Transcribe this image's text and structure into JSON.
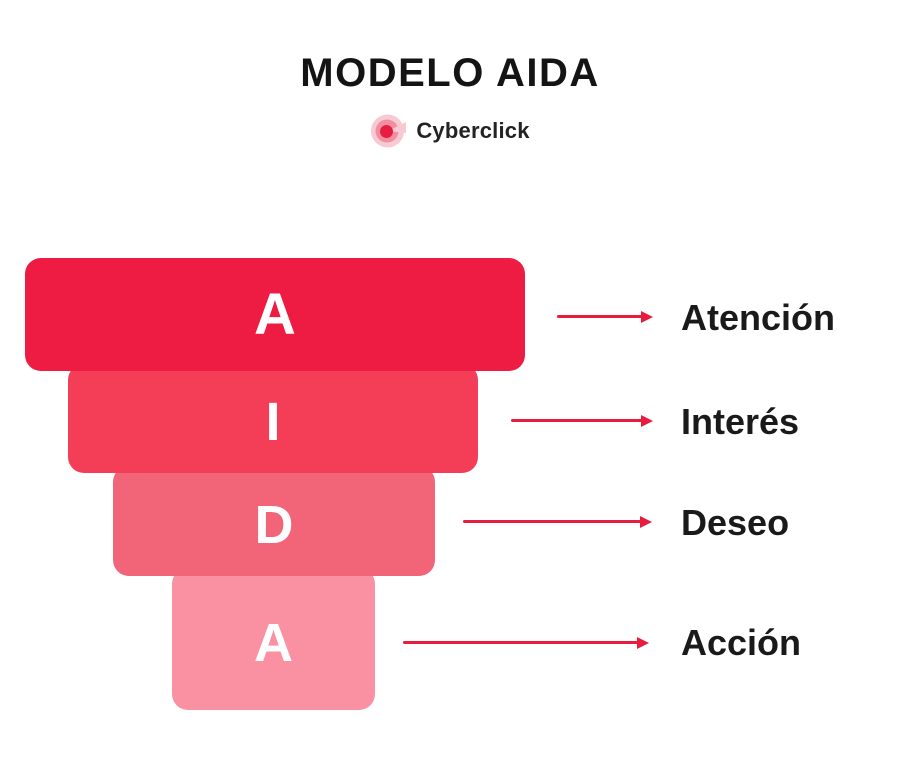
{
  "title": "MODELO AIDA",
  "brand": {
    "name": "Cyberclick"
  },
  "palette": {
    "arrow": "#E81C3E",
    "title_color": "#141414",
    "label_color": "#1A1A1A",
    "bar_text": "#FFFFFF"
  },
  "funnel": {
    "type": "funnel-diagram",
    "stages": [
      {
        "letter": "A",
        "label": "Atención",
        "color": "#EE1C43"
      },
      {
        "letter": "I",
        "label": "Interés",
        "color": "#F43E58"
      },
      {
        "letter": "D",
        "label": "Deseo",
        "color": "#F26478"
      },
      {
        "letter": "A",
        "label": "Acción",
        "color": "#F991A2"
      }
    ]
  }
}
